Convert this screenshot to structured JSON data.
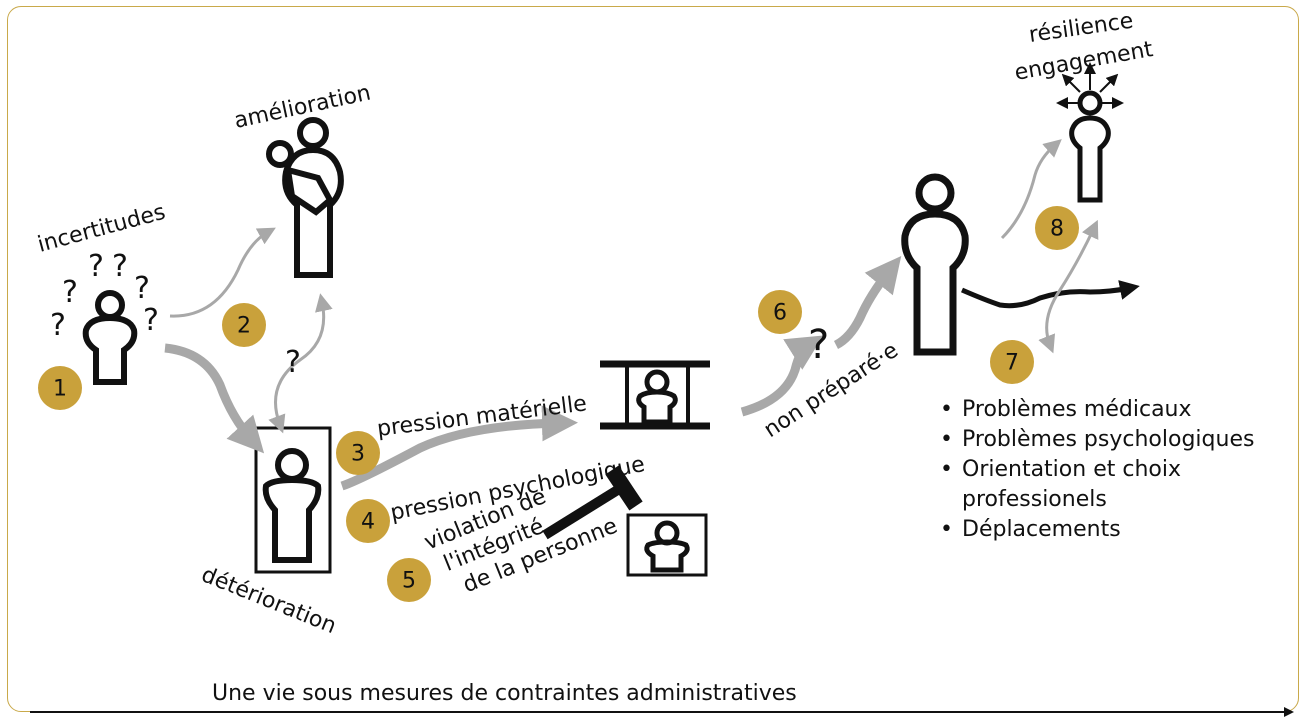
{
  "labels": {
    "uncertainties": "incertitudes",
    "improvement": "amélioration",
    "deterioration": "détérioration",
    "material_pressure": "pression matérielle",
    "psychological_pressure": "pression psychologique",
    "violation_line1": "violation de",
    "violation_line2": "l'intégrité",
    "violation_line3": "de la personne",
    "unprepared": "non préparé·e",
    "resilience": "résilience",
    "engagement": "engagement",
    "timeline": "Une vie sous mesures de contraintes administratives",
    "question_mark": "?"
  },
  "badges": [
    "1",
    "2",
    "3",
    "4",
    "5",
    "6",
    "7",
    "8"
  ],
  "issues": [
    "Problèmes médicaux",
    "Problèmes psychologiques",
    "Orientation et choix professionels",
    "Déplacements"
  ],
  "colors": {
    "badge": "#c9a13b",
    "frame": "#c9a94a",
    "arrow_grey": "#a8a8a8",
    "ink": "#111111"
  }
}
